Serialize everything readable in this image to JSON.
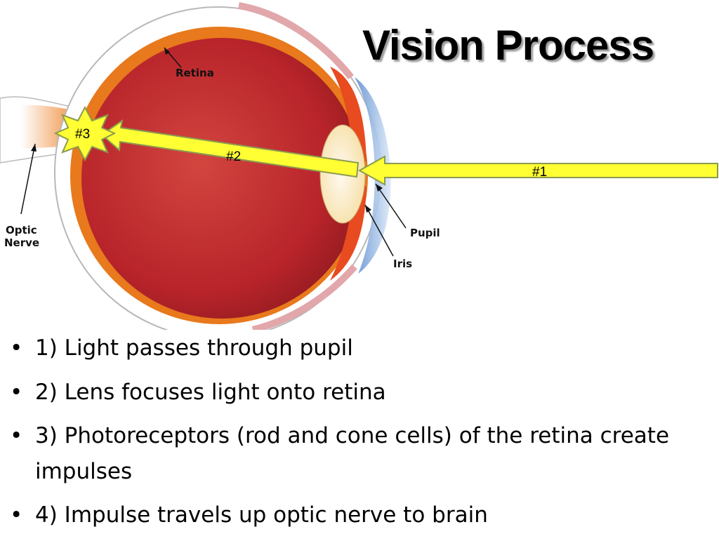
{
  "slide": {
    "title": "Vision Process"
  },
  "diagram": {
    "labels": {
      "retina": "Retina",
      "pupil": "Pupil",
      "iris": "Iris",
      "optic_nerve_line1": "Optic",
      "optic_nerve_line2": "Nerve"
    },
    "steps": {
      "step1": "#1",
      "step2": "#2",
      "step3": "#3"
    },
    "colors": {
      "light_beam": "#ffff33",
      "eyeball": "#b8232a",
      "retina_layer": "#e8791c",
      "lens": "#fcecc4",
      "cornea": "#9fc4ea"
    }
  },
  "bullets": [
    "1) Light passes through pupil",
    "2) Lens focuses light onto retina",
    "3) Photoreceptors (rod and cone cells) of the retina create impulses",
    "4) Impulse travels up optic nerve to brain"
  ]
}
